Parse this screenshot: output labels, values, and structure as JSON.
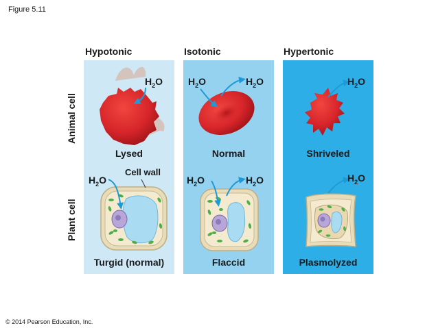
{
  "figure_label": "Figure 5.11",
  "copyright": "© 2014 Pearson Education, Inc.",
  "columns": [
    {
      "title": "Hypotonic",
      "animal_label": "Lysed",
      "plant_label": "Turgid (normal)",
      "panel_color": "#cfe8f6"
    },
    {
      "title": "Isotonic",
      "animal_label": "Normal",
      "plant_label": "Flaccid",
      "panel_color": "#95d2f0"
    },
    {
      "title": "Hypertonic",
      "animal_label": "Shriveled",
      "plant_label": "Plasmolyzed",
      "panel_color": "#2eaee6"
    }
  ],
  "rows": {
    "animal": "Animal cell",
    "plant": "Plant cell"
  },
  "cell_wall_label": "Cell wall",
  "water": {
    "symbol": "H",
    "subscript": "2",
    "suffix": "O"
  },
  "colors": {
    "red_cell": "#d8262b",
    "arrow": "#1e9ad6",
    "plant_wall": "#e9dcb8",
    "plant_cytoplasm": "#f4ead0",
    "vacuole": "#a9dcf3",
    "nucleus": "#b8a6d8",
    "chloroplast": "#4fae47"
  }
}
